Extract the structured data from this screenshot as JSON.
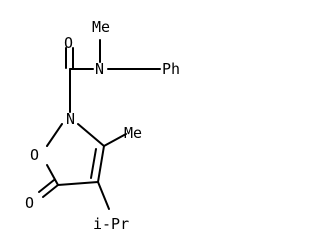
{
  "molecule": {
    "labels": {
      "carbonyl_oxygen_top": "O",
      "amide_nitrogen": "N",
      "n_methyl": "Me",
      "benzyl_phenyl": "Ph",
      "ring_nitrogen": "N",
      "ring_oxygen": "O",
      "ring_methyl": "Me",
      "ketone_oxygen": "O",
      "isopropyl": "i-Pr"
    }
  }
}
